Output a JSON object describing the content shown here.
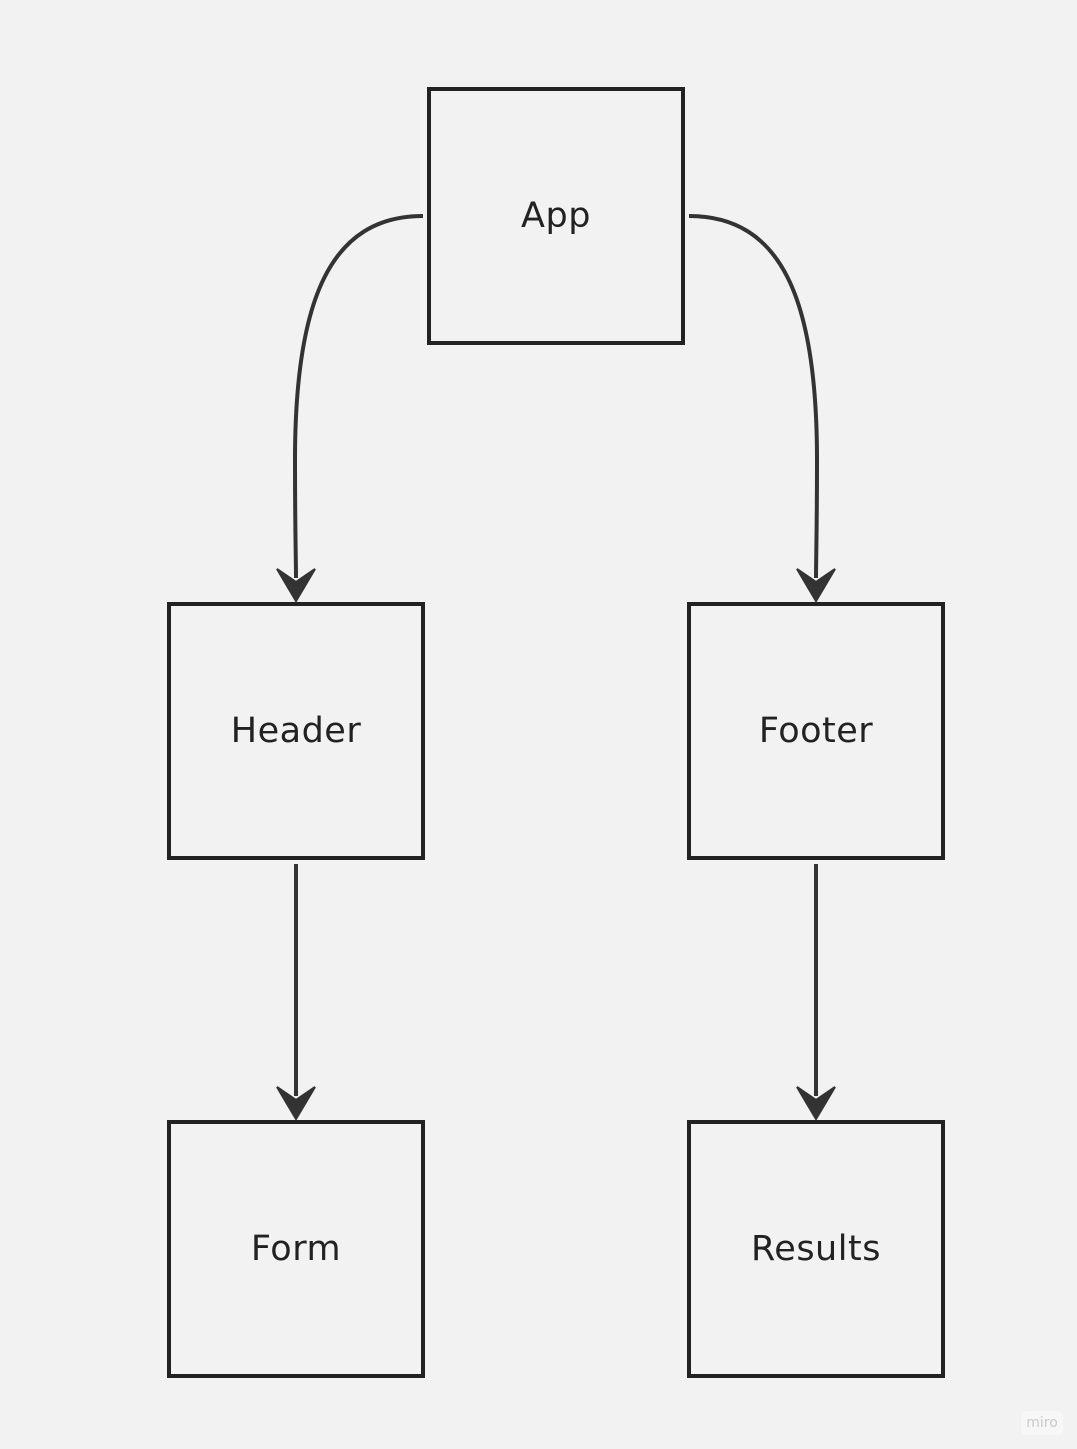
{
  "diagram": {
    "nodes": [
      {
        "id": "app",
        "label": "App"
      },
      {
        "id": "header",
        "label": "Header"
      },
      {
        "id": "footer",
        "label": "Footer"
      },
      {
        "id": "form",
        "label": "Form"
      },
      {
        "id": "results",
        "label": "Results"
      }
    ],
    "edges": [
      {
        "from": "app",
        "to": "header"
      },
      {
        "from": "app",
        "to": "footer"
      },
      {
        "from": "header",
        "to": "form"
      },
      {
        "from": "footer",
        "to": "results"
      }
    ]
  },
  "watermark": {
    "text": "miro"
  },
  "colors": {
    "background": "#f2f2f2",
    "stroke": "#222222",
    "connector": "#333333"
  }
}
